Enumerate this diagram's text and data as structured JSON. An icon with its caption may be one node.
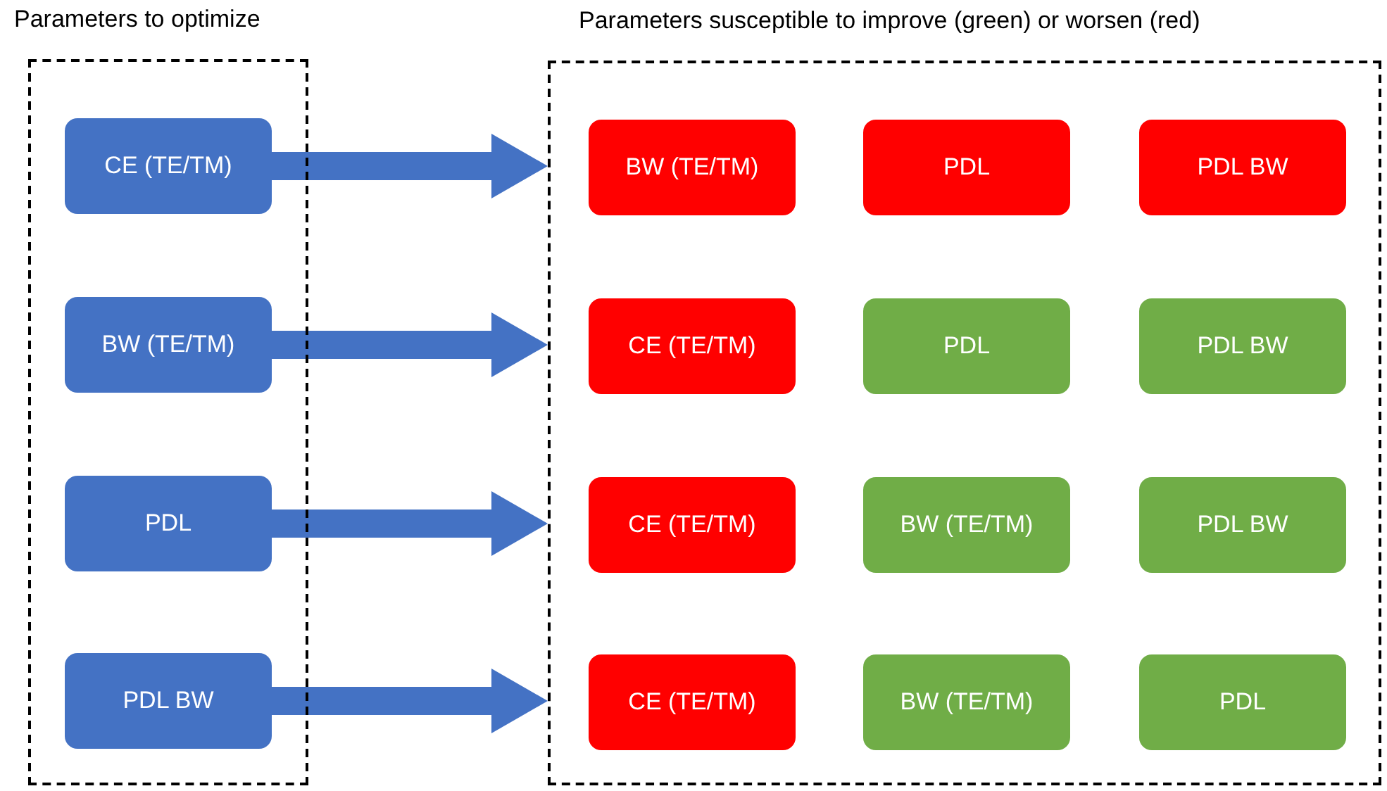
{
  "diagram": {
    "nodes": [
      {
        "text": [
          "Parameters to optimize"
        ]
      },
      {
        "text": [
          "CE (TE/TM)"
        ],
        "in": 0
      },
      {
        "text": [
          "BW (TE/TM)"
        ],
        "in": 0
      },
      {
        "text": [
          "PDL"
        ],
        "in": 0
      },
      {
        "text": [
          "PDL BW"
        ],
        "in": 0
      },
      {
        "text": [
          "Parameters susceptible to improve (green) or worsen (red)"
        ]
      },
      {
        "text": [
          "BW (TE/TM)"
        ],
        "in": 5
      },
      {
        "text": [
          "PDL"
        ],
        "in": 5
      },
      {
        "text": [
          "PDL BW"
        ],
        "in": 5
      },
      {
        "text": [
          "CE (TE/TM)"
        ],
        "in": 5
      },
      {
        "text": [
          "PDL"
        ],
        "in": 5
      },
      {
        "text": [
          "PDL BW"
        ],
        "in": 5
      },
      {
        "text": [
          "CE (TE/TM)"
        ],
        "in": 5
      },
      {
        "text": [
          "BW (TE/TM)"
        ],
        "in": 5
      },
      {
        "text": [
          "PDL BW"
        ],
        "in": 5
      },
      {
        "text": [
          "CE (TE/TM)"
        ],
        "in": 5
      },
      {
        "text": [
          "BW (TE/TM)"
        ],
        "in": 5
      },
      {
        "text": [
          "PDL"
        ],
        "in": 5
      }
    ],
    "edges": [
      {
        "from": 1,
        "to": 5,
        "arrow": "to"
      },
      {
        "from": 2,
        "to": 5,
        "arrow": "to"
      },
      {
        "from": 3,
        "to": 5,
        "arrow": "to"
      },
      {
        "from": 4,
        "to": 5,
        "arrow": "to"
      }
    ]
  }
}
